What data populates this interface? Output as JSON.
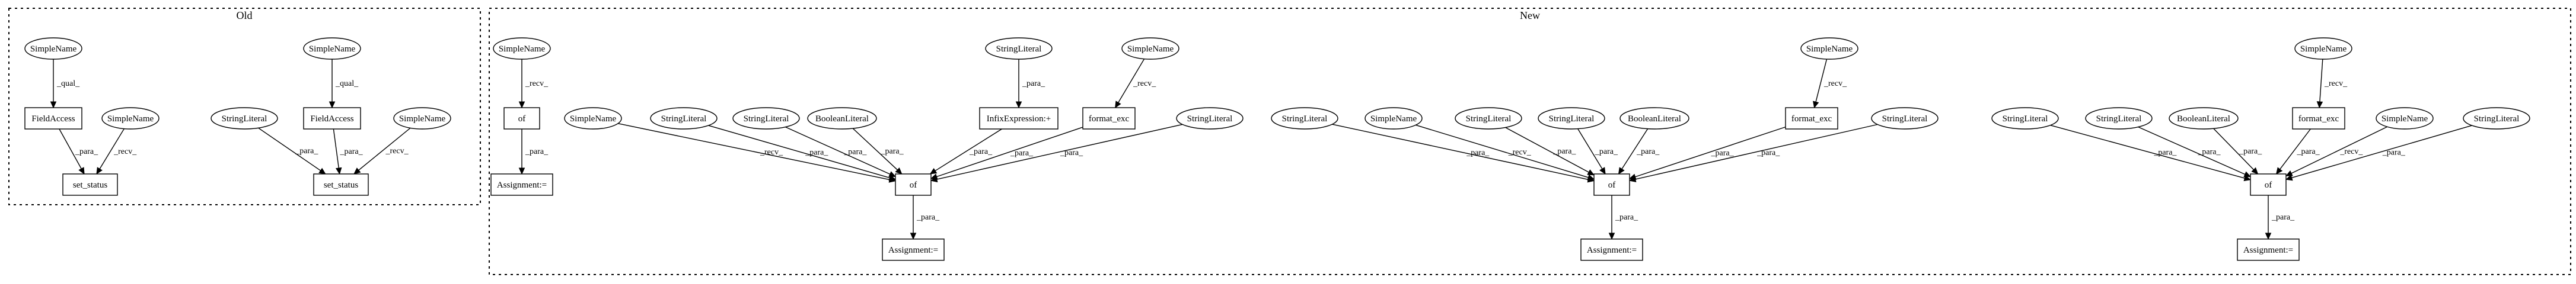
{
  "graph": {
    "clusters": [
      {
        "id": "old",
        "title": "Old"
      },
      {
        "id": "new",
        "title": "New"
      }
    ],
    "nodes": [
      {
        "id": "o_sn1",
        "label": "SimpleName"
      },
      {
        "id": "o_sn2",
        "label": "SimpleName"
      },
      {
        "id": "o_fa1",
        "label": "FieldAccess"
      },
      {
        "id": "o_fa2",
        "label": "FieldAccess"
      },
      {
        "id": "o_sn3",
        "label": "SimpleName"
      },
      {
        "id": "o_sl1",
        "label": "StringLiteral"
      },
      {
        "id": "o_sn4",
        "label": "SimpleName"
      },
      {
        "id": "o_ss1",
        "label": "set_status"
      },
      {
        "id": "o_ss2",
        "label": "set_status"
      },
      {
        "id": "a_sn",
        "label": "SimpleName"
      },
      {
        "id": "a_of",
        "label": "of"
      },
      {
        "id": "a_asg",
        "label": "Assignment:="
      },
      {
        "id": "b_sn",
        "label": "SimpleName"
      },
      {
        "id": "b_sl1",
        "label": "StringLiteral"
      },
      {
        "id": "b_sl2",
        "label": "StringLiteral"
      },
      {
        "id": "b_bl",
        "label": "BooleanLiteral"
      },
      {
        "id": "b_sltop",
        "label": "StringLiteral"
      },
      {
        "id": "b_inf",
        "label": "InfixExpression:+"
      },
      {
        "id": "b_sntop",
        "label": "SimpleName"
      },
      {
        "id": "b_fmt",
        "label": "format_exc"
      },
      {
        "id": "b_sl3",
        "label": "StringLiteral"
      },
      {
        "id": "b_of",
        "label": "of"
      },
      {
        "id": "b_asg",
        "label": "Assignment:="
      },
      {
        "id": "c_sl1",
        "label": "StringLiteral"
      },
      {
        "id": "c_sn",
        "label": "SimpleName"
      },
      {
        "id": "c_sl2",
        "label": "StringLiteral"
      },
      {
        "id": "c_sl3",
        "label": "StringLiteral"
      },
      {
        "id": "c_bl",
        "label": "BooleanLiteral"
      },
      {
        "id": "c_sntop",
        "label": "SimpleName"
      },
      {
        "id": "c_fmt",
        "label": "format_exc"
      },
      {
        "id": "c_sl4",
        "label": "StringLiteral"
      },
      {
        "id": "c_of",
        "label": "of"
      },
      {
        "id": "c_asg",
        "label": "Assignment:="
      },
      {
        "id": "d_sl1",
        "label": "StringLiteral"
      },
      {
        "id": "d_sl2",
        "label": "StringLiteral"
      },
      {
        "id": "d_bl",
        "label": "BooleanLiteral"
      },
      {
        "id": "d_sntop",
        "label": "SimpleName"
      },
      {
        "id": "d_fmt",
        "label": "format_exc"
      },
      {
        "id": "d_sn",
        "label": "SimpleName"
      },
      {
        "id": "d_sl3",
        "label": "StringLiteral"
      },
      {
        "id": "d_of",
        "label": "of"
      },
      {
        "id": "d_asg",
        "label": "Assignment:="
      }
    ],
    "edges": [
      {
        "from": "o_sn1",
        "to": "o_fa1",
        "label": "_qual_"
      },
      {
        "from": "o_fa1",
        "to": "o_ss1",
        "label": "_para_"
      },
      {
        "from": "o_sn3",
        "to": "o_ss1",
        "label": "_recv_"
      },
      {
        "from": "o_sn2",
        "to": "o_fa2",
        "label": "_qual_"
      },
      {
        "from": "o_sl1",
        "to": "o_ss2",
        "label": "_para_"
      },
      {
        "from": "o_fa2",
        "to": "o_ss2",
        "label": "_para_"
      },
      {
        "from": "o_sn4",
        "to": "o_ss2",
        "label": "_recv_"
      },
      {
        "from": "a_sn",
        "to": "a_of",
        "label": "_recv_"
      },
      {
        "from": "a_of",
        "to": "a_asg",
        "label": "_para_"
      },
      {
        "from": "b_sltop",
        "to": "b_inf",
        "label": "_para_"
      },
      {
        "from": "b_sntop",
        "to": "b_fmt",
        "label": "_recv_"
      },
      {
        "from": "b_sn",
        "to": "b_of",
        "label": "_recv_"
      },
      {
        "from": "b_sl1",
        "to": "b_of",
        "label": "_para_"
      },
      {
        "from": "b_sl2",
        "to": "b_of",
        "label": "_para_"
      },
      {
        "from": "b_bl",
        "to": "b_of",
        "label": "_para_"
      },
      {
        "from": "b_inf",
        "to": "b_of",
        "label": "_para_"
      },
      {
        "from": "b_fmt",
        "to": "b_of",
        "label": "_para_"
      },
      {
        "from": "b_sl3",
        "to": "b_of",
        "label": "_para_"
      },
      {
        "from": "b_of",
        "to": "b_asg",
        "label": "_para_"
      },
      {
        "from": "c_sntop",
        "to": "c_fmt",
        "label": "_recv_"
      },
      {
        "from": "c_sl1",
        "to": "c_of",
        "label": "_para_"
      },
      {
        "from": "c_sn",
        "to": "c_of",
        "label": "_recv_"
      },
      {
        "from": "c_sl2",
        "to": "c_of",
        "label": "_para_"
      },
      {
        "from": "c_sl3",
        "to": "c_of",
        "label": "_para_"
      },
      {
        "from": "c_bl",
        "to": "c_of",
        "label": "_para_"
      },
      {
        "from": "c_fmt",
        "to": "c_of",
        "label": "_para_"
      },
      {
        "from": "c_sl4",
        "to": "c_of",
        "label": "_para_"
      },
      {
        "from": "c_of",
        "to": "c_asg",
        "label": "_para_"
      },
      {
        "from": "d_sntop",
        "to": "d_fmt",
        "label": "_recv_"
      },
      {
        "from": "d_sl1",
        "to": "d_of",
        "label": "_para_"
      },
      {
        "from": "d_sl2",
        "to": "d_of",
        "label": "_para_"
      },
      {
        "from": "d_bl",
        "to": "d_of",
        "label": "_para_"
      },
      {
        "from": "d_fmt",
        "to": "d_of",
        "label": "_para_"
      },
      {
        "from": "d_sn",
        "to": "d_of",
        "label": "_recv_"
      },
      {
        "from": "d_sl3",
        "to": "d_of",
        "label": "_para_"
      },
      {
        "from": "d_of",
        "to": "d_asg",
        "label": "_para_"
      }
    ]
  }
}
